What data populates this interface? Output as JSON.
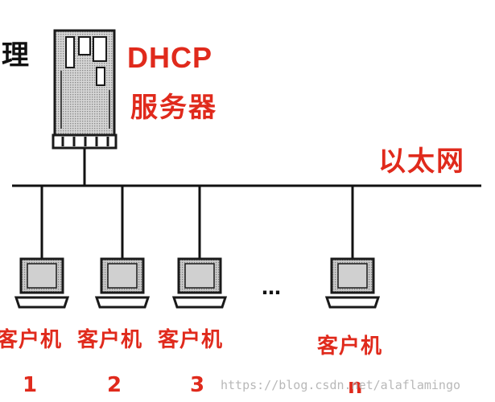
{
  "top_left_fragment": "理",
  "server": {
    "protocol_label": "DHCP",
    "name_label": "服务器"
  },
  "network": {
    "label": "以太网"
  },
  "clients": [
    {
      "label": "客户机",
      "number": "1"
    },
    {
      "label": "客户机",
      "number": "2"
    },
    {
      "label": "客户机",
      "number": "3"
    },
    {
      "label": "客户机",
      "number": "n"
    }
  ],
  "ellipsis": "…",
  "watermark": "https://blog.csdn.net/alaflamingo",
  "colors": {
    "label_red": "#e02a1c",
    "line_black": "#111111"
  }
}
